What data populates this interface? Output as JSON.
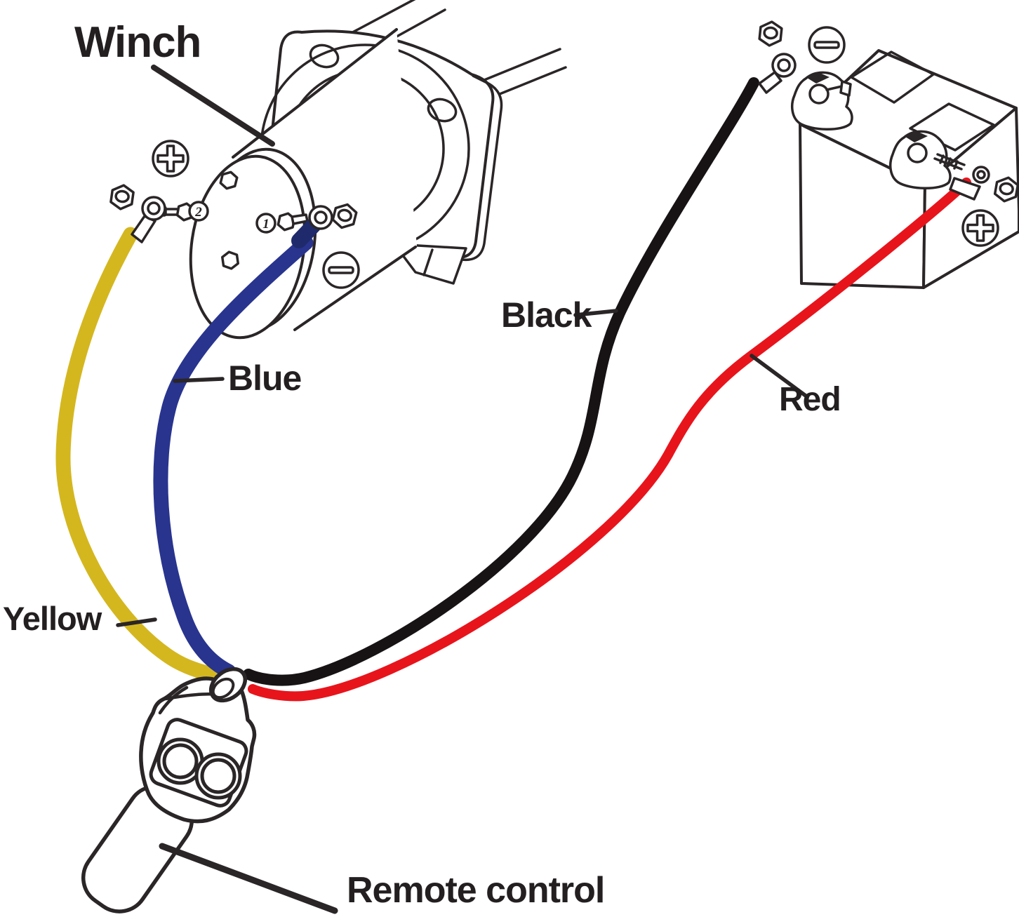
{
  "diagram": {
    "type": "winch-wiring-diagram",
    "labels": {
      "winch": "Winch",
      "black_wire": "Black",
      "blue_wire": "Blue",
      "red_wire": "Red",
      "yellow_wire": "Yellow",
      "remote": "Remote control"
    },
    "winch_terminals": {
      "terminal_1": "1",
      "terminal_2": "2"
    },
    "icons": {
      "plus_screw": "circle-plus-screw",
      "minus_screw": "circle-minus-screw",
      "hex_nut": "hex-nut",
      "ring_terminal": "ring-terminal"
    },
    "colors": {
      "line_art": "#2a2526",
      "wire_yellow": "#d4b71f",
      "wire_blue": "#28348e",
      "wire_black": "#171314",
      "wire_red": "#e8141c",
      "label_text": "#231f20",
      "background": "#ffffff"
    }
  }
}
